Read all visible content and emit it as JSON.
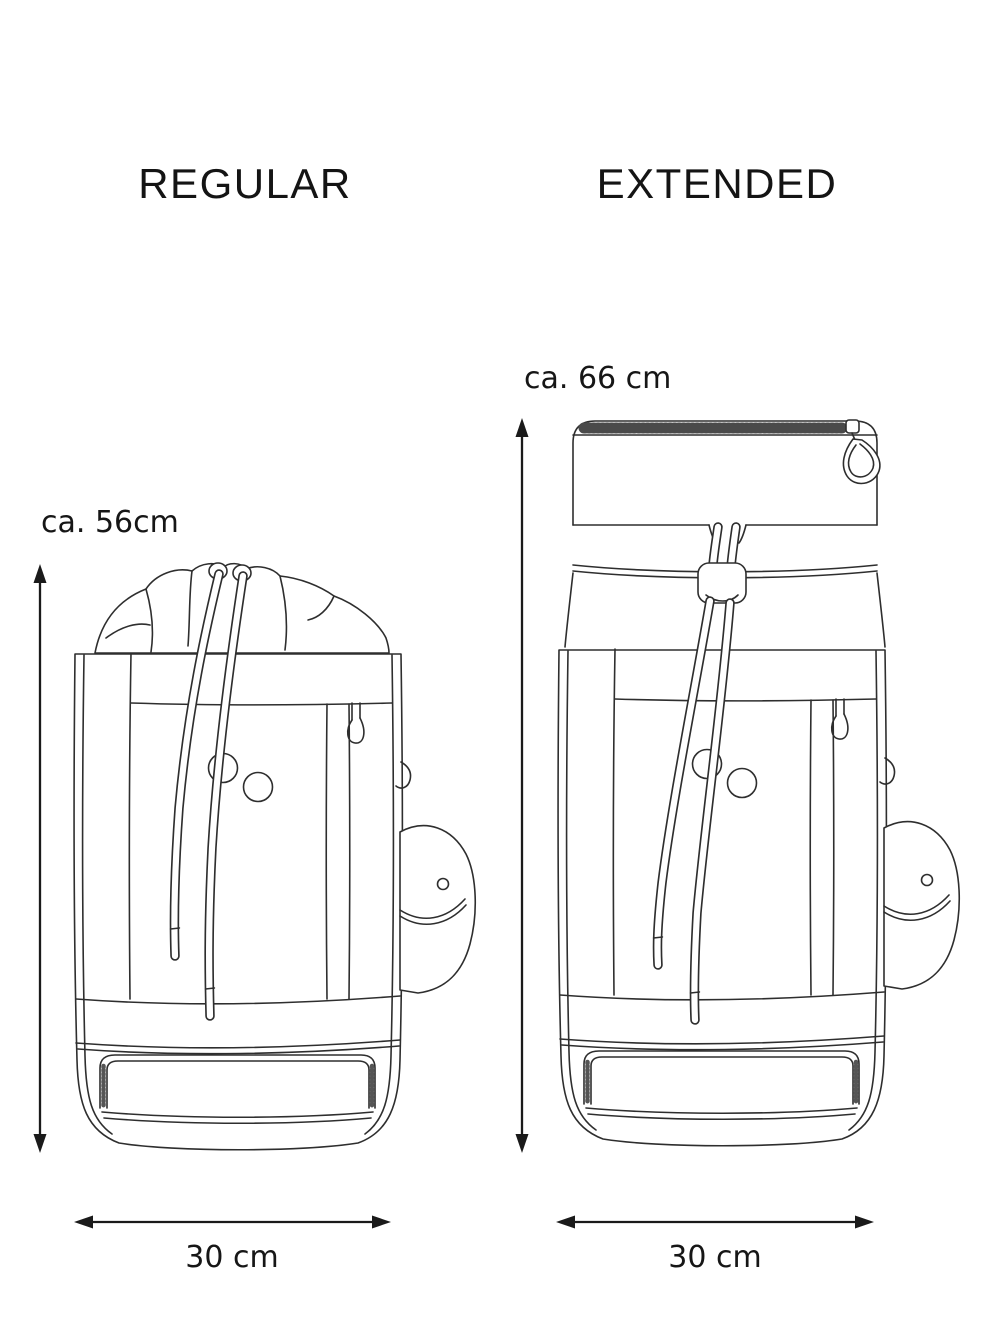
{
  "page": {
    "background": "#ffffff"
  },
  "style": {
    "line_color": "#2e2e2e",
    "arrow_color": "#1a1a1a",
    "text_color": "#141414"
  },
  "variants": [
    {
      "id": "regular",
      "title": "REGULAR",
      "height_label": "ca. 56cm",
      "width_label": "30 cm"
    },
    {
      "id": "extended",
      "title": "EXTENDED",
      "height_label": "ca. 66 cm",
      "width_label": "30 cm"
    }
  ],
  "illustrations": [
    {
      "name": "regular-backpack-line-drawing"
    },
    {
      "name": "extended-backpack-line-drawing"
    }
  ]
}
